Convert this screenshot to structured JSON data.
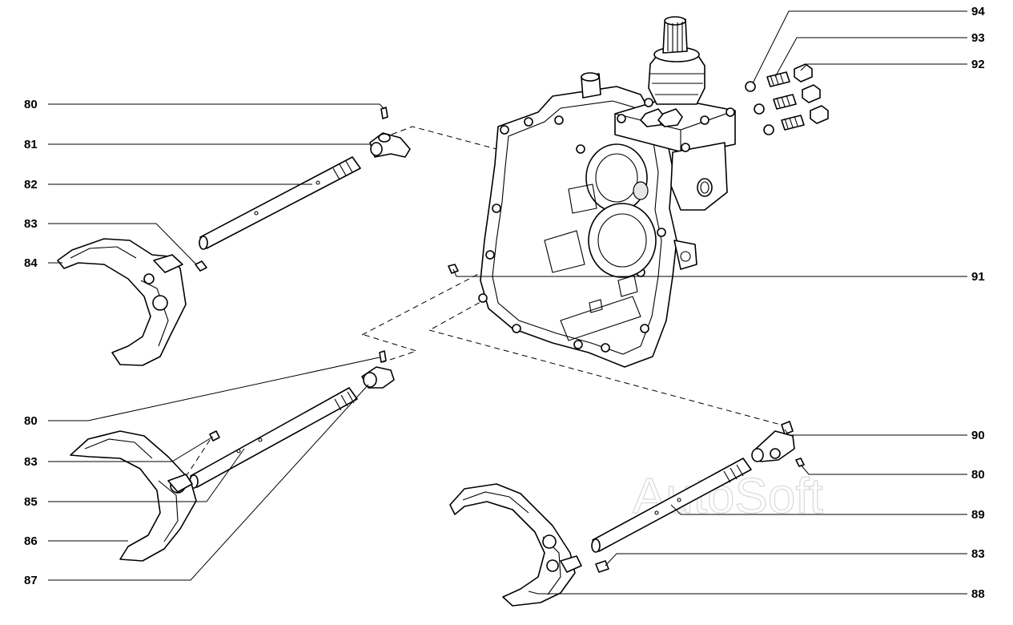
{
  "watermark": "AutoSoft",
  "callouts": [
    {
      "label": "94"
    },
    {
      "label": "93"
    },
    {
      "label": "92"
    },
    {
      "label": "80"
    },
    {
      "label": "81"
    },
    {
      "label": "82"
    },
    {
      "label": "83"
    },
    {
      "label": "84"
    },
    {
      "label": "91"
    },
    {
      "label": "80"
    },
    {
      "label": "83"
    },
    {
      "label": "85"
    },
    {
      "label": "86"
    },
    {
      "label": "87"
    },
    {
      "label": "90"
    },
    {
      "label": "80"
    },
    {
      "label": "89"
    },
    {
      "label": "83"
    },
    {
      "label": "88"
    }
  ]
}
